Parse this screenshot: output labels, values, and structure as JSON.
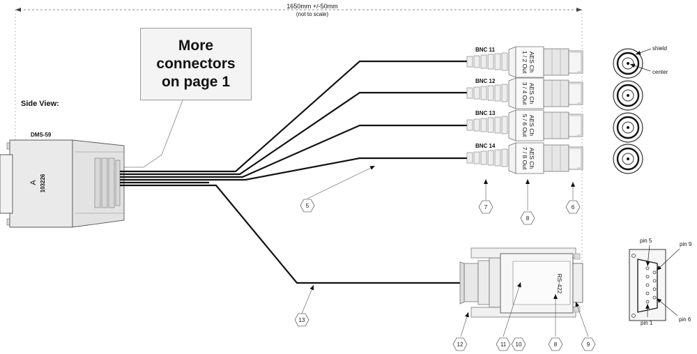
{
  "dimension": {
    "length": "1650mm +/-50mm",
    "note": "(not to scale)"
  },
  "note_box": {
    "line1": "More",
    "line2": "connectors",
    "line3": "on page 1"
  },
  "side_view_label": "Side View:",
  "main_connector": {
    "label": "DMS-59",
    "letter": "A",
    "part_number": "103226"
  },
  "bnc_connectors": [
    {
      "name": "BNC 11",
      "sleeve_line1": "AES Ch",
      "sleeve_line2": "1 / 2 Out"
    },
    {
      "name": "BNC 12",
      "sleeve_line1": "AES Ch",
      "sleeve_line2": "3 / 4 Out"
    },
    {
      "name": "BNC 13",
      "sleeve_line1": "AES Ch",
      "sleeve_line2": "5 / 6 Out"
    },
    {
      "name": "BNC 14",
      "sleeve_line1": "AES Ch",
      "sleeve_line2": "7 / 8 Out"
    }
  ],
  "bnc_face": {
    "shield": "shield",
    "center": "center"
  },
  "rs422_label": "RS-422",
  "db9_pins": {
    "pin5": "pin 5",
    "pin9": "pin 9",
    "pin1": "pin 1",
    "pin6": "pin 6"
  },
  "callouts": [
    "5",
    "7",
    "8",
    "6",
    "13",
    "12",
    "11",
    "10",
    "8",
    "9"
  ]
}
